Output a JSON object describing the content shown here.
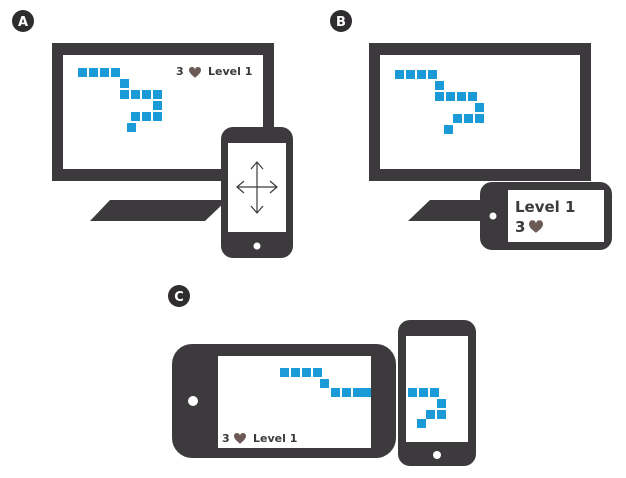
{
  "panels": [
    {
      "id": "A",
      "badge": "A",
      "lives": "3",
      "level": "Level 1"
    },
    {
      "id": "B",
      "badge": "B",
      "lives": "3",
      "level": "Level 1"
    },
    {
      "id": "C",
      "badge": "C",
      "lives": "3",
      "level": "Level 1"
    }
  ],
  "icons": {
    "heart": "heart-icon",
    "move": "four-way-arrow-icon"
  },
  "colors": {
    "device_frame": "#3c3a3c",
    "screen": "#ffffff",
    "snake": "#1a9ad6",
    "heart": "#6b5a55",
    "badge": "#2f2d2f",
    "badge_text": "#ffffff"
  }
}
